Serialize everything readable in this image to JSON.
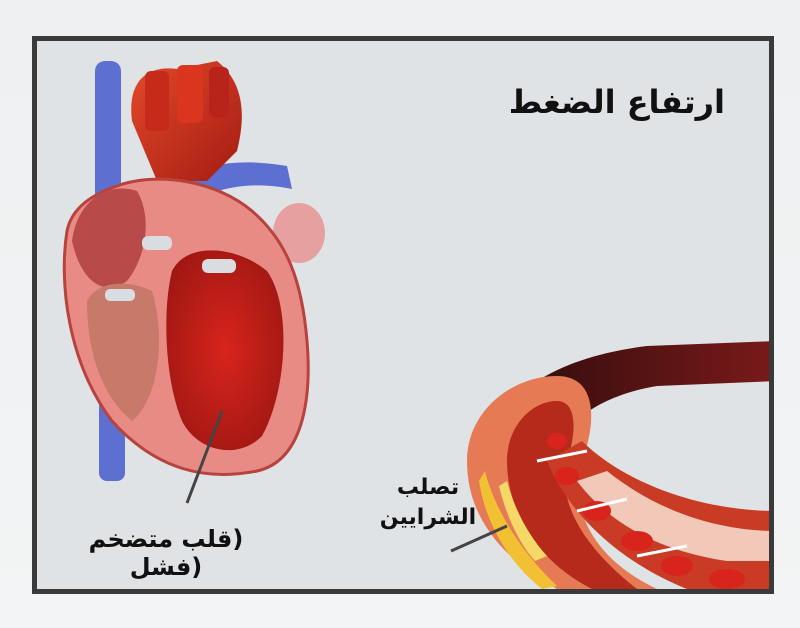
{
  "diagram": {
    "title": "ارتفاع الضغط",
    "labels": {
      "artery_line1": "تصلب",
      "artery_line2": "الشرايين",
      "heart": "(قلب متضخم (فشل"
    },
    "colors": {
      "vein_blue": "#5d6fd1",
      "artery_red": "#cc2a1d",
      "plaque_yellow": "#f2c033",
      "frame_dark": "#3a3a3a"
    }
  }
}
